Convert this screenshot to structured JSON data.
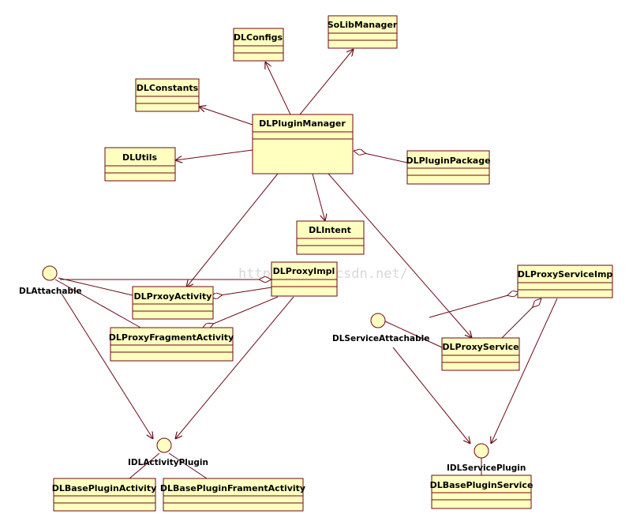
{
  "colors": {
    "class_fill": "#ffffc0",
    "class_stroke": "#6b0a14",
    "edge_stroke": "#6b0a14",
    "interface_fill": "#ffffc0",
    "watermark": "#d8d8d8"
  },
  "watermark": "http://blog.csdn.net/",
  "classes": {
    "dlconfigs": "DLConfigs",
    "solibmanager": "SoLibManager",
    "dlconstants": "DLConstants",
    "dlpluginmanager": "DLPluginManager",
    "dlutils": "DLUtils",
    "dlpluginpackage": "DLPluginPackage",
    "dlintent": "DLIntent",
    "dlproxyimpl": "DLProxyImpl",
    "dlprxoyactivity": "DLPrxoyActivity",
    "dlproxyfragmentactivity": "DLProxyFragmentActivity",
    "dlproxyserviceimp": "DLProxyServiceImp",
    "dlproxyservice": "DLProxyService",
    "dlbasepluginactivity": "DLBasePluginActivity",
    "dlbasepluginframentactivity": "DLBasePluginFramentActivity",
    "dlbasepluginservice": "DLBasePluginService"
  },
  "interfaces": {
    "dlattachable": "DLAttachable",
    "dlserviceattachable": "DLServiceAttachable",
    "idlactivityplugin": "IDLActivityPlugin",
    "idlserviceplugin": "IDLServicePlugin"
  }
}
